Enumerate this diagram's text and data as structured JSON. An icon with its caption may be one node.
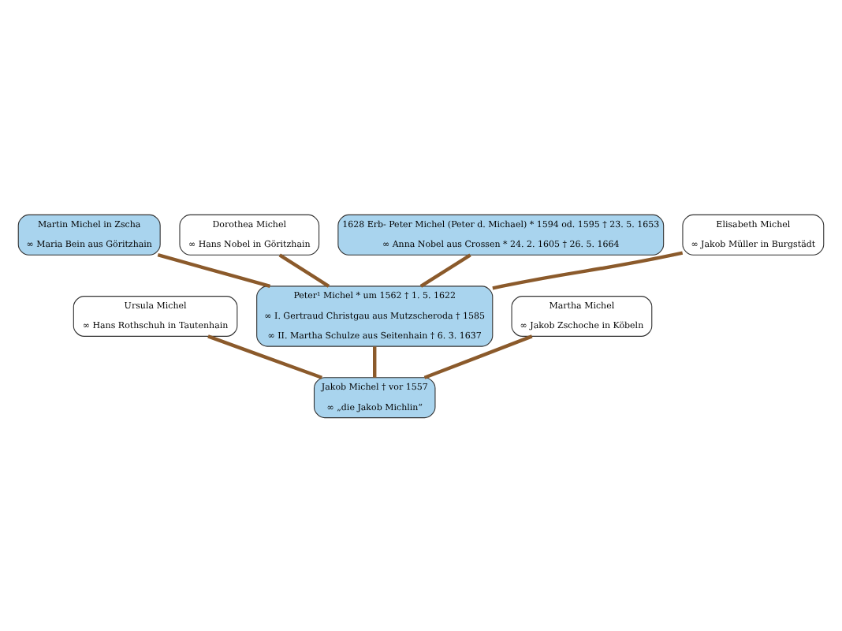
{
  "diagram": {
    "nodes": [
      {
        "text": [
          "Martin Michel in Zscha",
          "∞ Maria Bein aus Göritzhain"
        ]
      },
      {
        "text": [
          "Dorothea Michel",
          "∞ Hans Nobel in Göritzhain"
        ]
      },
      {
        "text": [
          "1628 Erb- Peter Michel (Peter d. Michael) * 1594 od. 1595 † 23. 5. 1653",
          "∞ Anna Nobel aus Crossen * 24. 2. 1605 † 26. 5. 1664"
        ]
      },
      {
        "text": [
          "Elisabeth Michel",
          "∞ Jakob Müller in Burgstädt"
        ]
      },
      {
        "text": [
          "Ursula Michel",
          "∞ Hans Rothschuh in Tautenhain"
        ]
      },
      {
        "text": [
          "Peter¹ Michel * um 1562 † 1. 5. 1622",
          "∞ I. Gertraud Christgau aus Mutzscheroda † 1585",
          "∞ II. Martha Schulze aus Seitenhain † 6. 3. 1637"
        ]
      },
      {
        "text": [
          "Martha Michel",
          "∞ Jakob Zschoche in Köbeln"
        ]
      },
      {
        "text": [
          "Jakob Michel † vor 1557",
          "∞ „die Jakob Michlin“"
        ]
      }
    ],
    "edges": [
      {
        "from": 7,
        "to": 5,
        "arrow": "none"
      },
      {
        "from": 7,
        "to": 4,
        "arrow": "none"
      },
      {
        "from": 7,
        "to": 6,
        "arrow": "none"
      },
      {
        "from": 5,
        "to": 2,
        "arrow": "none"
      },
      {
        "from": 5,
        "to": 1,
        "arrow": "none"
      },
      {
        "from": 5,
        "to": 0,
        "arrow": "none"
      },
      {
        "from": 5,
        "to": 3,
        "arrow": "none"
      }
    ]
  }
}
